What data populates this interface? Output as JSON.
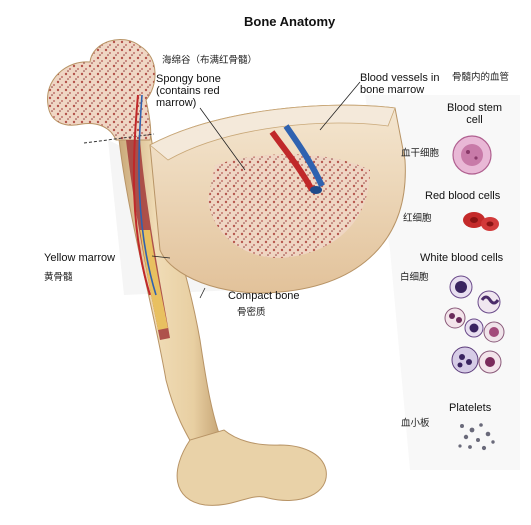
{
  "title": "Bone Anatomy",
  "labels": {
    "spongy_zh": "海绵谷（布满红骨髓）",
    "spongy_en": "Spongy bone\n(contains red\nmarrow)",
    "vessels_en": "Blood vessels in\nbone marrow",
    "vessels_zh": "骨髓内的血管",
    "stem_en": "Blood stem\ncell",
    "stem_zh": "血干细胞",
    "red_en": "Red blood cells",
    "red_zh": "红细胞",
    "white_en": "White blood cells",
    "white_zh": "白细胞",
    "yellow_en": "Yellow marrow",
    "yellow_zh": "黄骨髓",
    "compact_en": "Compact bone",
    "compact_zh": "骨密质",
    "platelets_en": "Platelets",
    "platelets_zh": "血小板"
  },
  "colors": {
    "bone": "#e6cfa6",
    "bone_shadow": "#c9a878",
    "marrow_red": "#a23a3a",
    "marrow_yellow": "#e8c060",
    "artery": "#c0282a",
    "vein": "#2f62b0",
    "stem_cell": "#c87aa8",
    "rbc": "#c42a2a",
    "wbc": "#5a3a7a",
    "platelet": "#6a6a7a"
  }
}
